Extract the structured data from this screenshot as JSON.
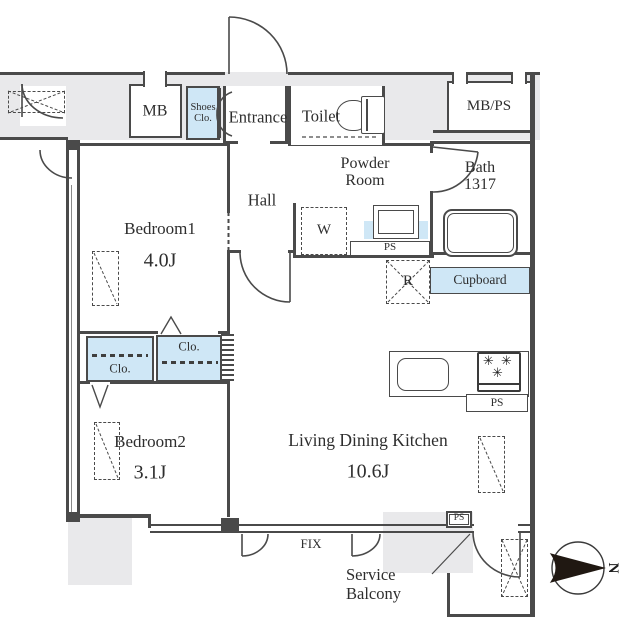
{
  "floorplan": {
    "rooms": {
      "bedroom1": {
        "name": "Bedroom1",
        "area": "4.0J"
      },
      "bedroom2": {
        "name": "Bedroom2",
        "area": "3.1J"
      },
      "living_dining_kitchen": {
        "name": "Living Dining Kitchen",
        "area": "10.6J"
      },
      "entrance": {
        "name": "Entrance"
      },
      "hall": {
        "name": "Hall"
      },
      "toilet": {
        "name": "Toilet"
      },
      "powder_room": {
        "name_line1": "Powder",
        "name_line2": "Room"
      },
      "bath": {
        "name": "Bath",
        "size": "1317"
      },
      "service_balcony": {
        "name_line1": "Service",
        "name_line2": "Balcony"
      }
    },
    "storage": {
      "meter_box": "MB",
      "meter_box_pipe_space": "MB/PS",
      "shoes_closet": {
        "line1": "Shoes",
        "line2": "Clo."
      },
      "closet_bedroom1": "Clo.",
      "closet_bedroom2": "Clo.",
      "cupboard": "Cupboard"
    },
    "labels": {
      "pipe_space": "PS",
      "washing_machine": "W",
      "refrigerator": "R",
      "fixed_window": "FIX",
      "north": "N"
    },
    "colors": {
      "closet_blue": "#cfe7f6",
      "common_area_gray": "#e9e9eb",
      "wall": "#4a4a4a"
    }
  }
}
